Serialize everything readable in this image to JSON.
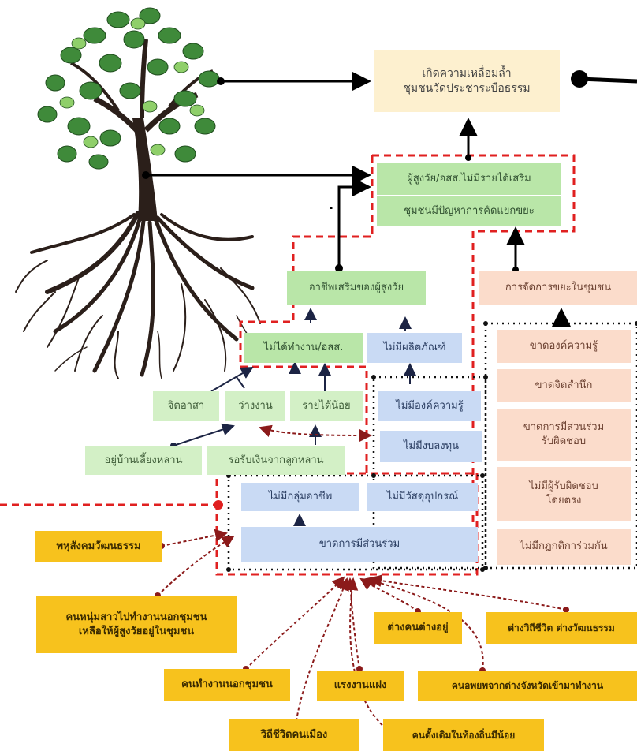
{
  "colors": {
    "dashed_red": "#e02020",
    "arrow_black": "#000000",
    "arrow_dark": "#1c2444",
    "arrow_maroon": "#8b1a1a",
    "cream": "#fdf0cf",
    "green": "#b9e6a8",
    "light_green": "#d3f0c6",
    "blue": "#c9daf4",
    "peach": "#fbdccb",
    "yellow": "#f7c21d"
  },
  "tree": {
    "icon": "tree-icon"
  },
  "nodes": {
    "top_outcome": "เกิดความเหลื่อมล้ำ\nชุมชนวัดประชาระบือธรรม",
    "elder_income": "ผู้สูงวัย/อสส.ไม่มีรายได้เสริม",
    "waste_problem": "ชุมชนมีปัญหาการคัดแยกขยะ",
    "elder_occupation": "อาชีพเสริมของผู้สูงวัย",
    "waste_mgmt": "การจัดการขยะในชุมชน",
    "no_work": "ไม่ได้ทำงาน/อสส.",
    "no_products": "ไม่มีผลิตภัณฑ์",
    "volunteer": "จิตอาสา",
    "unemployed": "ว่างงาน",
    "low_income": "รายได้น้อย",
    "no_knowledge": "ไม่มีองค์ความรู้",
    "no_budget": "ไม่มีงบลงทุน",
    "grandkids": "อยู่บ้านเลี้ยงหลาน",
    "waiting_money": "รอรับเงินจากลูกหลาน",
    "no_group": "ไม่มีกลุ่มอาชีพ",
    "no_equipment": "ไม่มีวัสดุอุปกรณ์",
    "lack_participation": "ขาดการมีส่วนร่วม",
    "lack_knowledge": "ขาดองค์ความรู้",
    "lack_awareness": "ขาดจิตสำนึก",
    "lack_responsibility": "ขาดการมีส่วนร่วม\nรับผิดชอบ",
    "no_responsible": "ไม่มีผู้รับผิดชอบ\nโดยตรง",
    "no_rules": "ไม่มีกฎกติการ่วมกัน",
    "multicultural": "พหุสังคมวัฒนธรรม",
    "youth_leave": "คนหนุ่มสาวไปทำงานนอกชุมชน\nเหลือให้ผู้สูงวัยอยู่ในชุมชน",
    "diff_origin": "ต่างคนต่างอยู่",
    "diff_lifestyle": "ต่างวิถีชีวิต ต่างวัฒนธรรม",
    "work_outside": "คนทำงานนอกชุมชน",
    "migrant_labor": "แรงงานแฝง",
    "migrants": "คนอพยพจากต่างจังหวัดเข้ามาทำงาน",
    "urban_life": "วิถีชีวิตคนเมือง",
    "few_locals": "คนดั้งเดิมในท้องถิ่นมีน้อย"
  }
}
